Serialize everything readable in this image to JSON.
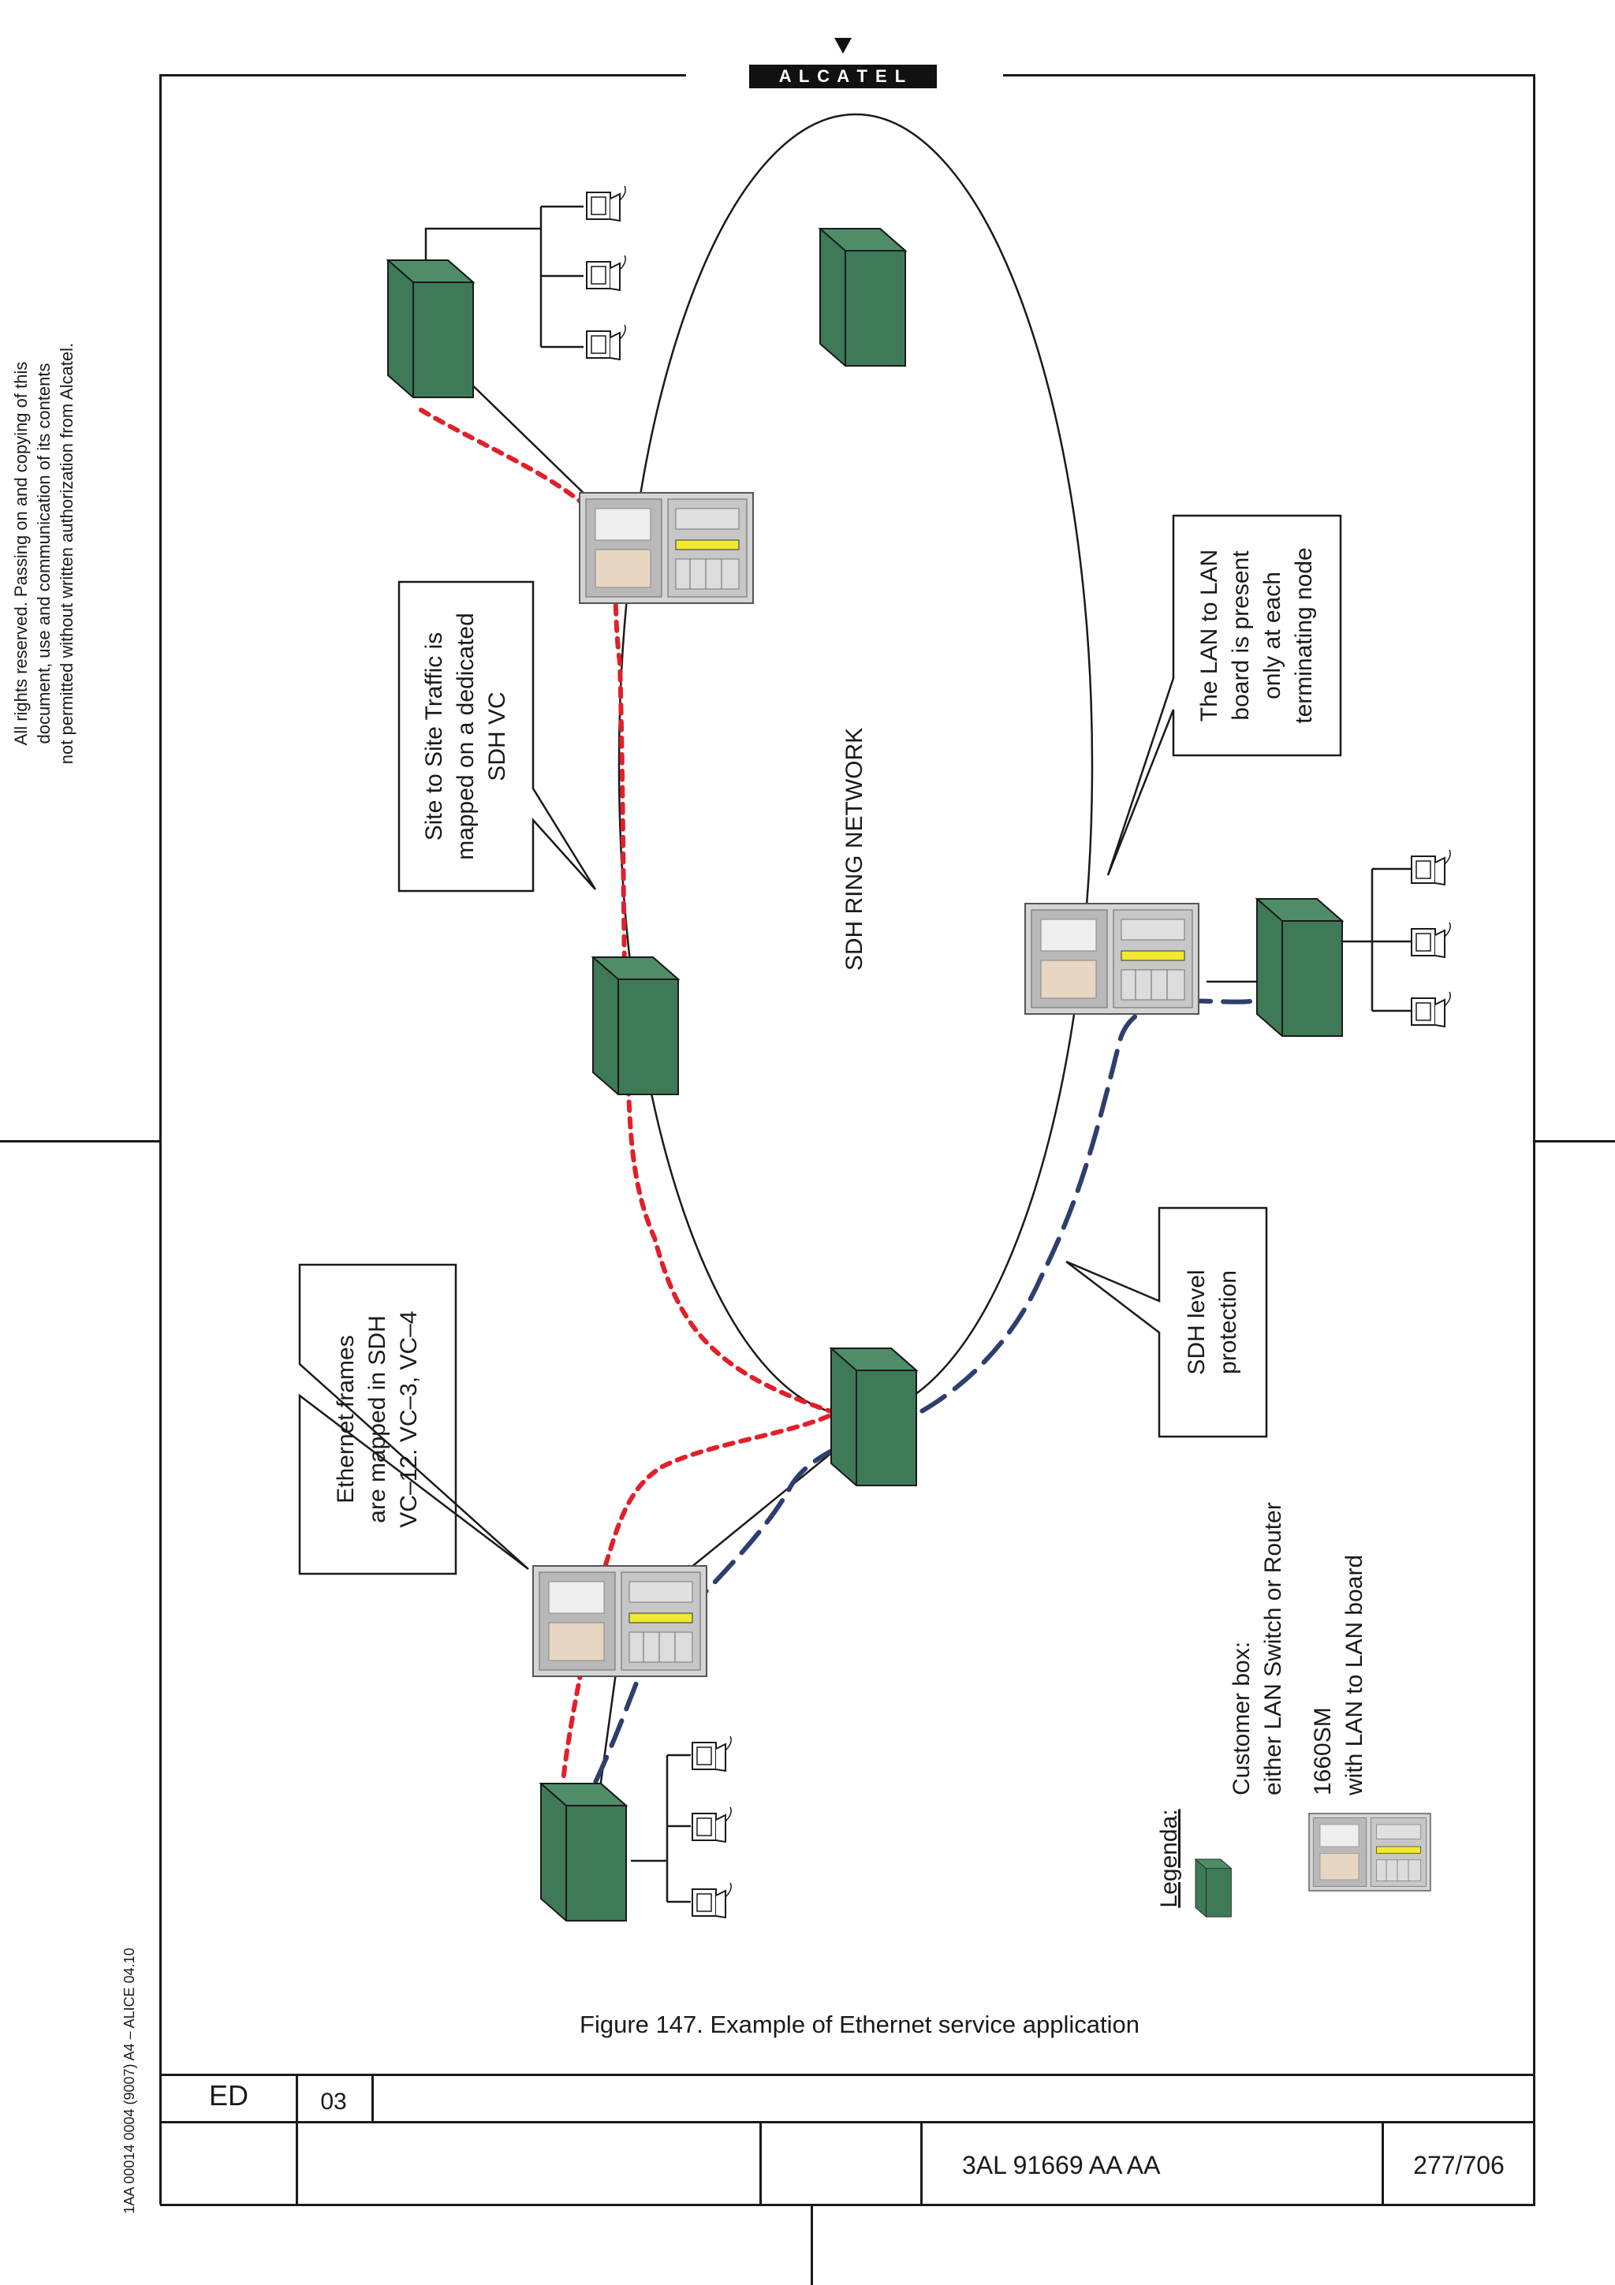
{
  "header": {
    "logo_text": "A L C A T E L"
  },
  "sidebar": {
    "copyright_lines": [
      "All rights reserved. Passing on and copying of this",
      "document, use and communication of its contents",
      "not permitted without written authorization from Alcatel."
    ],
    "doc_ref": "1AA 00014 0004 (9007) A4 – ALICE 04.10"
  },
  "diagram": {
    "ring_label": "SDH RING NETWORK",
    "callouts": {
      "site_to_site": [
        "Site to Site Traffic is",
        "mapped on a dedicated",
        "SDH VC"
      ],
      "lan_board": [
        "The LAN to LAN",
        "board is present",
        "only at each",
        "terminating node"
      ],
      "ethernet_frames": [
        "Ethernet frames",
        "are mapped in SDH",
        "VC–12. VC–3, VC–4"
      ],
      "sdh_protection": [
        "SDH level",
        "protection"
      ]
    },
    "legend": {
      "title": "Legenda:",
      "customer_box": [
        "Customer box:",
        "either LAN Switch or Router"
      ],
      "sm_node": [
        "1660SM",
        "with LAN to LAN board"
      ]
    },
    "colors": {
      "box": "#3e7a58",
      "red_path": "#e0202a",
      "blue_path": "#2e3f6e",
      "board": "#f2e830"
    }
  },
  "caption": "Figure 147. Example of Ethernet service application",
  "footer": {
    "ed_label": "ED",
    "ed_value": "03",
    "doc_number": "3AL 91669 AA  AA",
    "page": "277/706"
  }
}
